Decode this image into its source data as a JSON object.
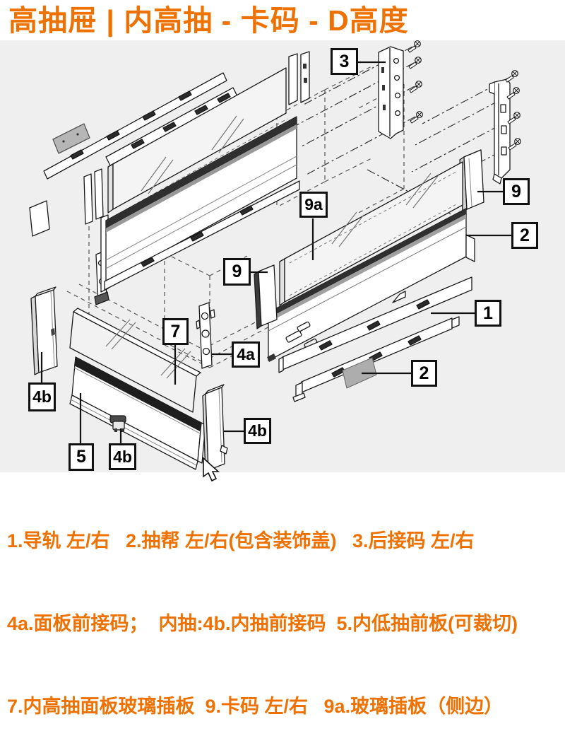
{
  "title": "高抽屉 | 内高抽 - 卡码 - D高度",
  "colors": {
    "accent": "#ee7203",
    "diagram_bg": "#efefef",
    "line_color": "#1a1a1a",
    "callout_border": "#111111",
    "metal_gray": "#b6b6b6"
  },
  "callouts": {
    "n1": "1",
    "n2": "2",
    "n3": "3",
    "n4a": "4a",
    "n4b": "4b",
    "n5": "5",
    "n7": "7",
    "n9": "9",
    "n9a": "9a"
  },
  "legend": {
    "line1": "1.导轨 左/右   2.抽帮 左/右(包含装饰盖)   3.后接码 左/右",
    "line2": "4a.面板前接码；  内抽:4b.内抽前接码  5.内低抽前板(可裁切)",
    "line3": "7.内高抽面板玻璃插板  9.卡码 左/右   9a.玻璃插板（侧边）"
  },
  "parts": [
    {
      "id": "1",
      "name": "导轨 左/右"
    },
    {
      "id": "2",
      "name": "抽帮 左/右(包含装饰盖)"
    },
    {
      "id": "3",
      "name": "后接码 左/右"
    },
    {
      "id": "4a",
      "name": "面板前接码"
    },
    {
      "id": "4b",
      "name": "内抽前接码"
    },
    {
      "id": "5",
      "name": "内低抽前板(可裁切)"
    },
    {
      "id": "7",
      "name": "内高抽面板玻璃插板"
    },
    {
      "id": "9",
      "name": "卡码 左/右"
    },
    {
      "id": "9a",
      "name": "玻璃插板（侧边）"
    }
  ]
}
